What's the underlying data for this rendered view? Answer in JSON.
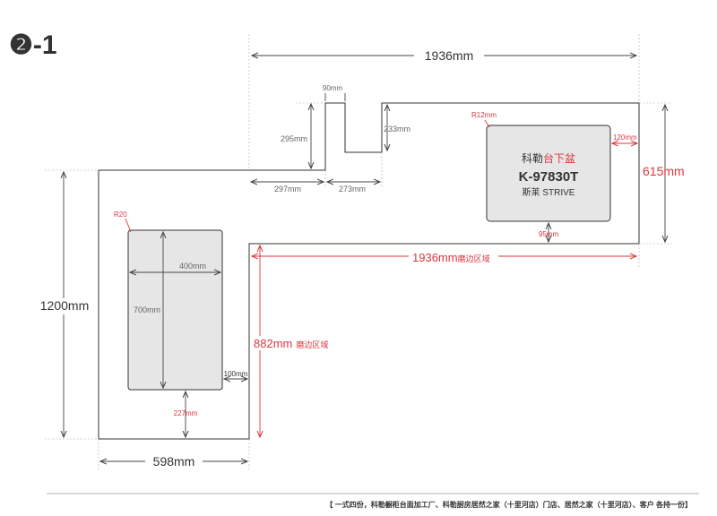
{
  "page_label": "❷-1",
  "colors": {
    "accent_red": "#d9363e",
    "sink_fill": "#e6e6e6",
    "line": "#333333"
  },
  "dims": {
    "top_width": "1936mm",
    "bottom_width": "1936mm",
    "bottom_width_note": "磨边区域",
    "right_depth": "615mm",
    "left_height": "1200mm",
    "left_width": "598mm",
    "inner_depth": "882mm",
    "inner_depth_note": "磨边区域",
    "notch_width": "90mm",
    "notch_depth_left": "295mm",
    "notch_depth_right": "233mm",
    "seg_297": "297mm",
    "seg_273": "273mm",
    "sink_radius_right": "R12mm",
    "sink_right_edge": "120mm",
    "sink_bottom_edge": "95mm",
    "left_radius": "R20",
    "left_inner_width": "400mm",
    "left_inner_height": "700mm",
    "left_side_edge": "100mm",
    "left_bottom_edge": "227mm"
  },
  "sink": {
    "brand": "科勒",
    "type": "台下盆",
    "model": "K-97830T",
    "series": "斯莱 STRIVE"
  },
  "footer": {
    "note": "【 一式四份，科勒橱柜台面加工厂、科勒厨房居然之家（十里河店）门店、居然之家（十里河店）、客户 各持一份】"
  }
}
